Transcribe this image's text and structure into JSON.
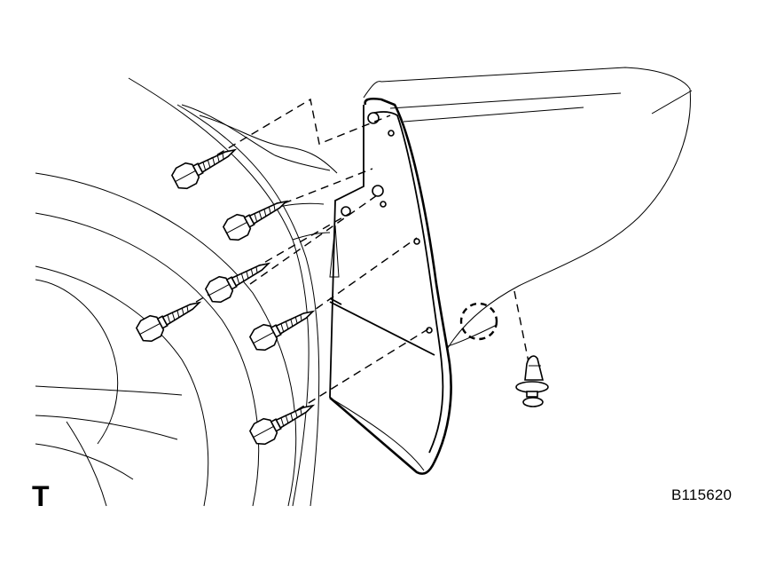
{
  "page": {
    "corner_mark": "T",
    "figure_code": "B115620"
  },
  "diagram": {
    "parts": [
      "tapping-screw",
      "mudguard",
      "fender-liner",
      "rear-wheel",
      "body-panel",
      "clip"
    ],
    "screw_count": 6,
    "clip_count": 1
  }
}
